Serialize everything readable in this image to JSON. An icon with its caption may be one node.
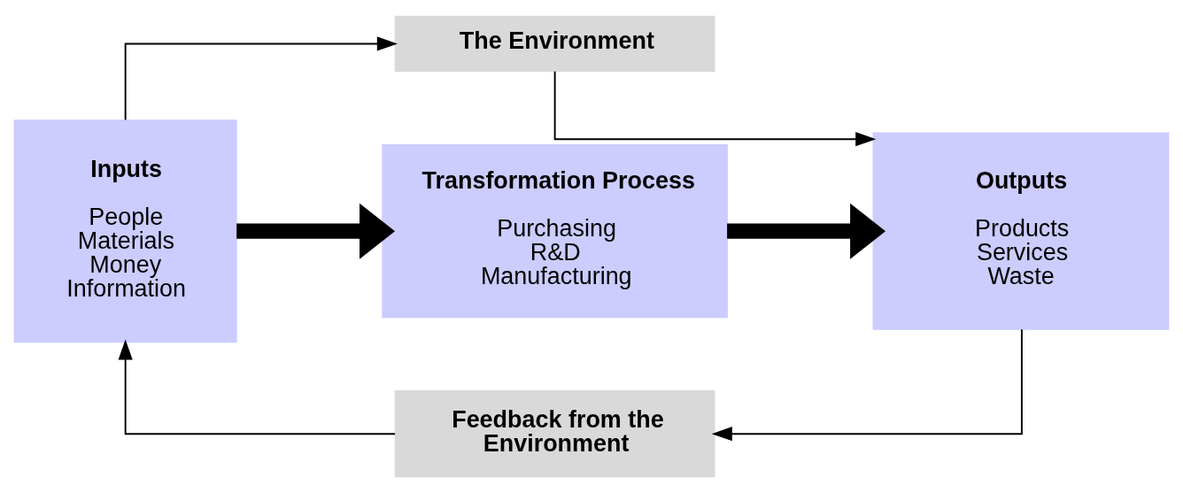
{
  "diagram": {
    "nodes": [
      {
        "text": [
          "Inputs",
          "People Materials Money Information"
        ]
      },
      {
        "text": [
          "Transformation Process",
          "Purchasing R&D Manufacturing"
        ]
      },
      {
        "text": [
          "Outputs",
          "Products Services Waste"
        ]
      },
      {
        "text": [
          "The Environment"
        ]
      },
      {
        "text": [
          "Feedback from the Environment"
        ]
      }
    ],
    "edges": [
      {
        "from": 0,
        "to": 3,
        "arrow": "to"
      },
      {
        "from": 3,
        "to": 2,
        "arrow": "to"
      },
      {
        "from": 2,
        "to": 4,
        "arrow": "to"
      },
      {
        "from": 4,
        "to": 0,
        "arrow": "to"
      },
      {
        "from": 0,
        "to": 1,
        "arrow": "to",
        "style": "thick"
      },
      {
        "from": 1,
        "to": 2,
        "arrow": "to",
        "style": "thick"
      }
    ]
  }
}
